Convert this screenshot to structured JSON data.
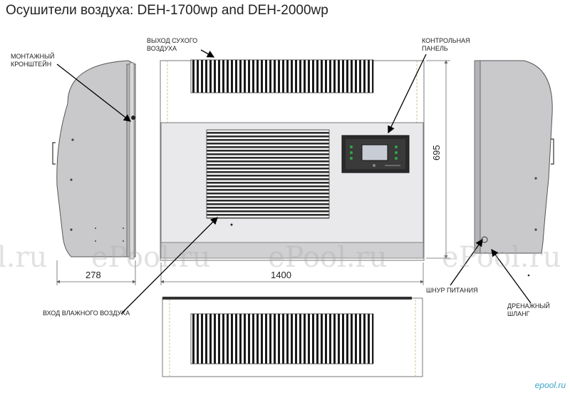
{
  "title": "Осушители воздуха: DEH-1700wp and DEH-2000wp",
  "labels": {
    "dry_air_out": "ВЫХОД СУХОГО\nВОЗДУХА",
    "control_panel": "КОНТРОЛЬНАЯ\nПАНЕЛЬ",
    "mount_bracket": "МОНТАЖНЫЙ\nКРОНШТЕЙН",
    "humid_air_in": "ВХОД ВЛАЖНОГО ВОЗДУХА",
    "power_cord": "ШНУР ПИТАНИЯ",
    "drain_hose": "ДРЕНАЖНЫЙ\nШЛАНГ"
  },
  "dimensions": {
    "depth": "278",
    "width": "1400",
    "height": "695"
  },
  "watermarks": [
    "l.ru",
    "ePool.ru",
    "ePool.ru",
    "ePool.ru"
  ],
  "brand_mark": "epool.ru",
  "colors": {
    "body_light": "#e9e9ec",
    "body_panel": "#d9d9dc",
    "side_gray": "#c9c9cc",
    "grille": "#1a1a1a",
    "panel_dark": "#2a2a2a",
    "screen": "#c8ccd4",
    "led_green": "#2ea84a"
  }
}
